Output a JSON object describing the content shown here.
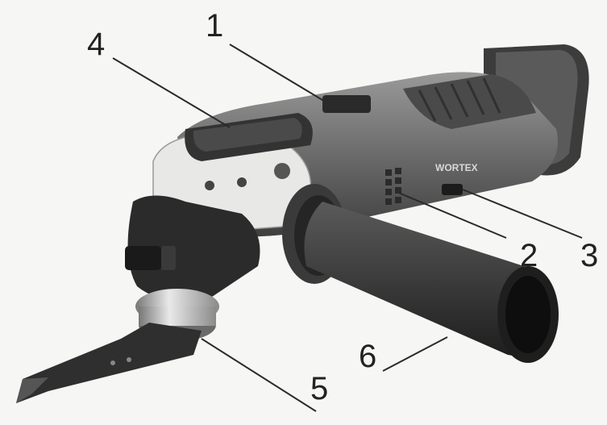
{
  "callouts": [
    {
      "id": "c1",
      "label": "1"
    },
    {
      "id": "c2",
      "label": "2"
    },
    {
      "id": "c3",
      "label": "3"
    },
    {
      "id": "c4",
      "label": "4"
    },
    {
      "id": "c5",
      "label": "5"
    },
    {
      "id": "c6",
      "label": "6"
    }
  ],
  "brand": {
    "logo_text": "WORTEX"
  },
  "colors": {
    "body_dark": "#2b2b2b",
    "body_mid": "#6d6d6d",
    "head_white": "#e8e8e6",
    "blade": "#3a3a3a"
  }
}
